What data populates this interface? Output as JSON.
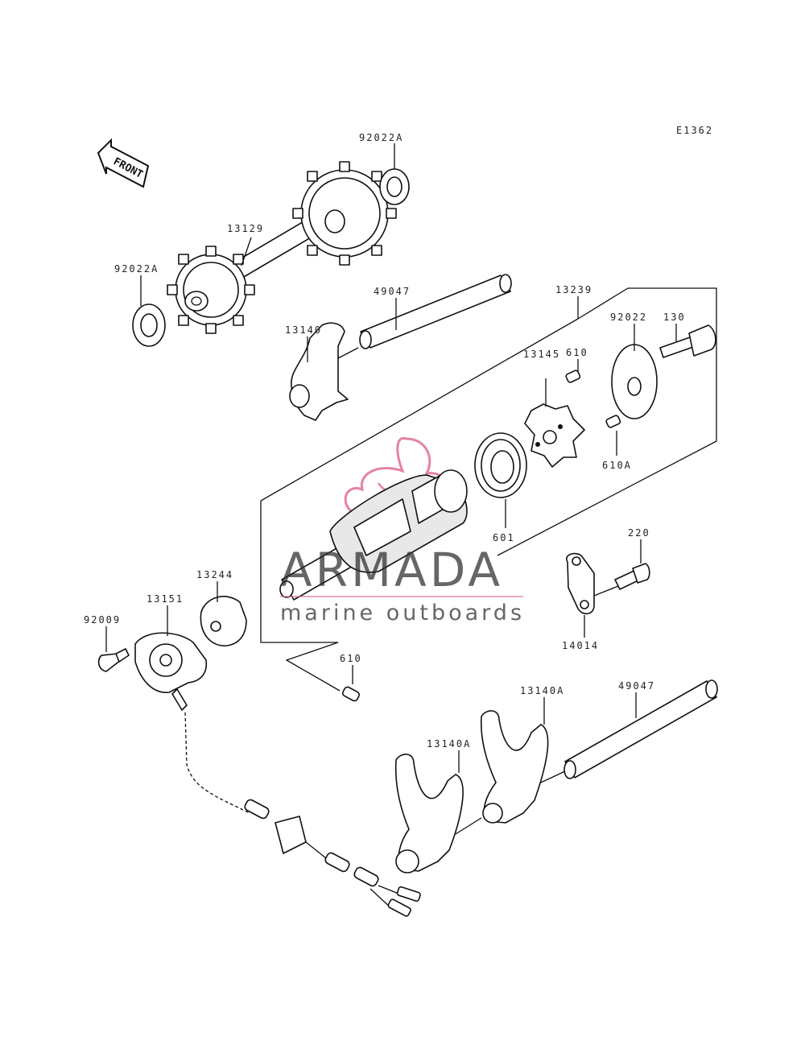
{
  "diagram": {
    "code": "E1362",
    "front_label": "FRONT",
    "watermark": {
      "brand": "ARMADA",
      "tagline": "marine outboards"
    },
    "callouts": {
      "p92022A_top": "92022A",
      "p92022A_left": "92022A",
      "p13129": "13129",
      "p49047_top": "49047",
      "p13239": "13239",
      "p13140": "13140",
      "p92022": "92022",
      "p130": "130",
      "p610_top": "610",
      "p13145": "13145",
      "p610A": "610A",
      "p601": "601",
      "p220": "220",
      "p13244": "13244",
      "p13151": "13151",
      "p92009": "92009",
      "p14014": "14014",
      "p610_bottom": "610",
      "p13140A_right": "13140A",
      "p49047_bottom": "49047",
      "p13140A_left": "13140A"
    }
  }
}
